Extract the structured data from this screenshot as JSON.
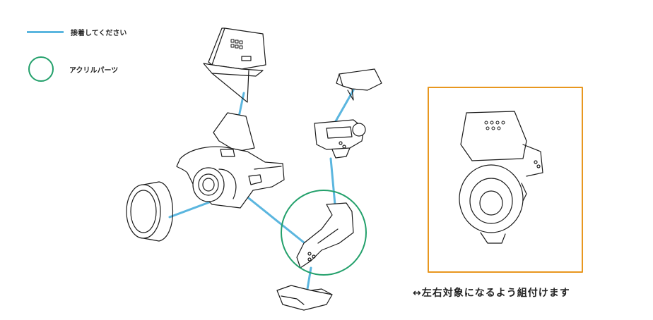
{
  "legend": {
    "glue_label": "接着してください",
    "acrylic_label": "アクリルパーツ"
  },
  "caption": "↔左右対象になるよう組付けます",
  "colors": {
    "glue_line": "#5bb6df",
    "acrylic_circle": "#23a06b",
    "frame": "#e8971f",
    "stroke": "#1a1a1a"
  }
}
